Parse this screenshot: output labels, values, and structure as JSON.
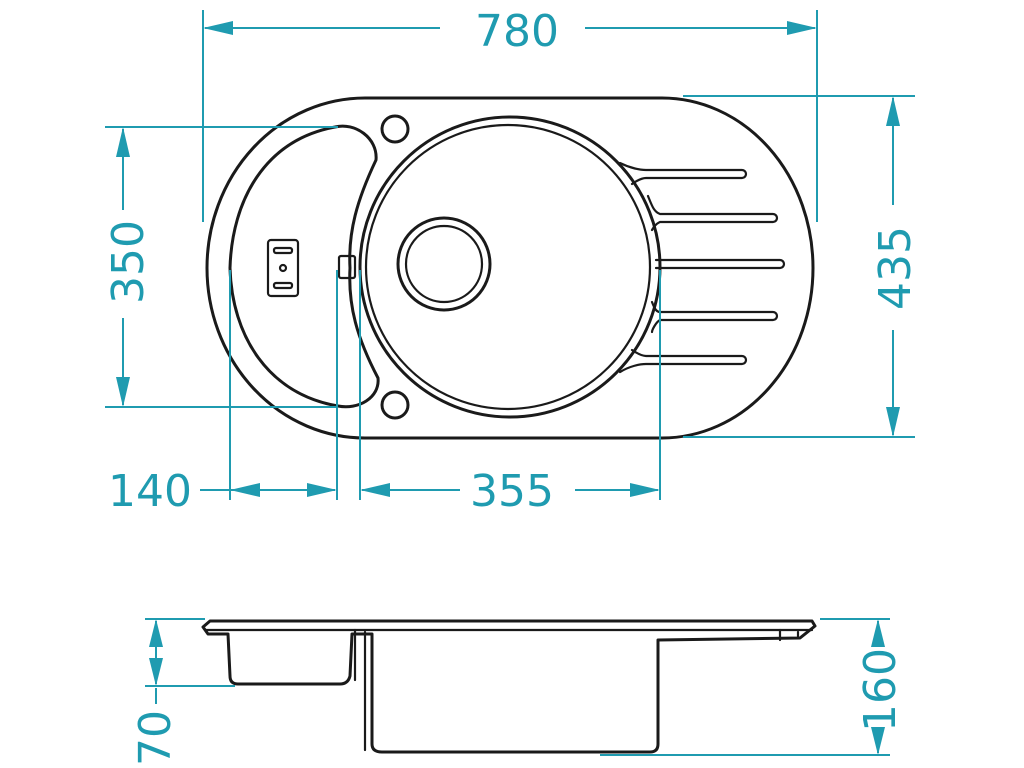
{
  "dimensions": {
    "overall_width": "780",
    "bowl_height": "350",
    "overall_depth": "435",
    "small_bowl_width": "140",
    "main_bowl_width": "355",
    "small_bowl_depth": "70",
    "total_height": "160"
  },
  "colors": {
    "dimension": "#1f9bb0",
    "outline": "#1a1a1a",
    "background": "#ffffff"
  }
}
